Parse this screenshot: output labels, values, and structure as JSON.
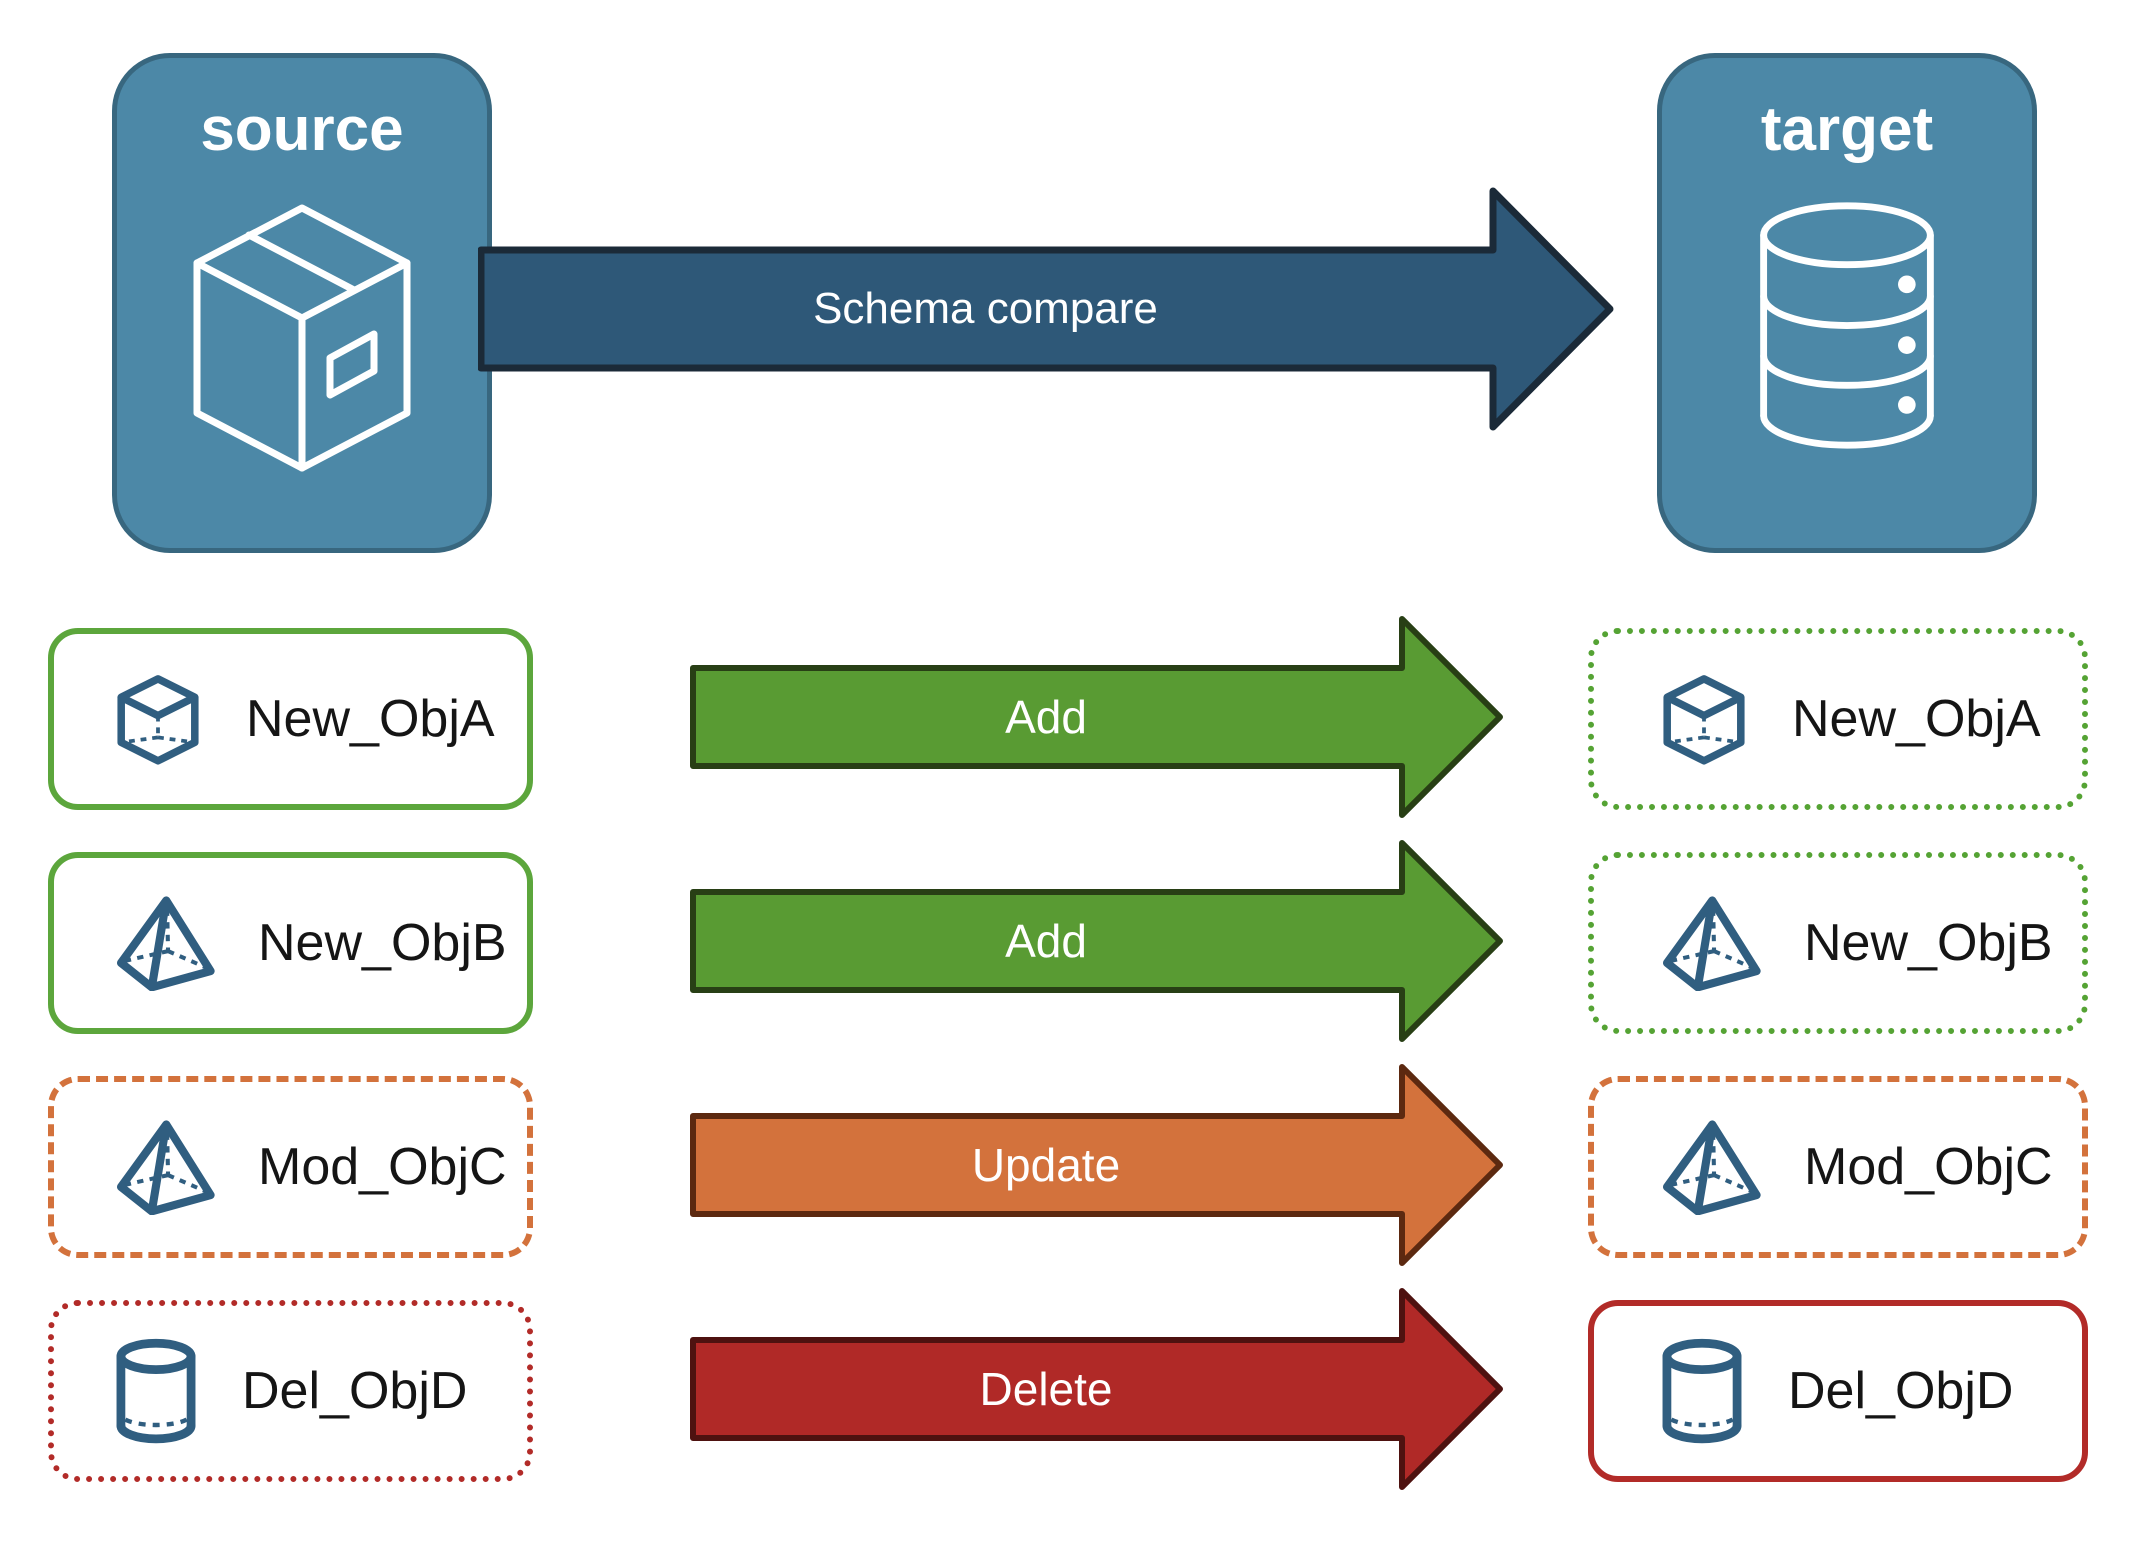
{
  "source_node": {
    "label": "source",
    "icon": "package-box-icon"
  },
  "target_node": {
    "label": "target",
    "icon": "database-icon"
  },
  "compare_arrow": {
    "label": "Schema compare",
    "fill": "#2E5878",
    "stroke": "#1B2A38"
  },
  "palette": {
    "node_fill": "#4C88A7",
    "node_border": "#38677F",
    "icon_color": "#305E80",
    "object_label_color": "#151515",
    "arrow_text_color": "#FFFFFF"
  },
  "rows": [
    {
      "object_name": "New_ObjA",
      "icon": "cube-icon",
      "action_label": "Add",
      "arrow": {
        "fill": "#599B33",
        "stroke": "#283F15"
      },
      "source_box": {
        "border_style": "solid",
        "border_color": "#5CA63C"
      },
      "target_box": {
        "border_style": "dotted",
        "border_color": "#55A334"
      }
    },
    {
      "object_name": "New_ObjB",
      "icon": "pyramid-icon",
      "action_label": "Add",
      "arrow": {
        "fill": "#599B33",
        "stroke": "#283F15"
      },
      "source_box": {
        "border_style": "solid",
        "border_color": "#5CA63C"
      },
      "target_box": {
        "border_style": "dotted",
        "border_color": "#55A334"
      }
    },
    {
      "object_name": "Mod_ObjC",
      "icon": "pyramid-icon",
      "action_label": "Update",
      "arrow": {
        "fill": "#D3723C",
        "stroke": "#5C2910"
      },
      "source_box": {
        "border_style": "dashed",
        "border_color": "#D3723C"
      },
      "target_box": {
        "border_style": "dashed",
        "border_color": "#D3723C"
      }
    },
    {
      "object_name": "Del_ObjD",
      "icon": "cylinder-icon",
      "action_label": "Delete",
      "arrow": {
        "fill": "#B02927",
        "stroke": "#4E1210"
      },
      "source_box": {
        "border_style": "dotted",
        "border_color": "#B22B28"
      },
      "target_box": {
        "border_style": "solid",
        "border_color": "#B22B28"
      }
    }
  ]
}
